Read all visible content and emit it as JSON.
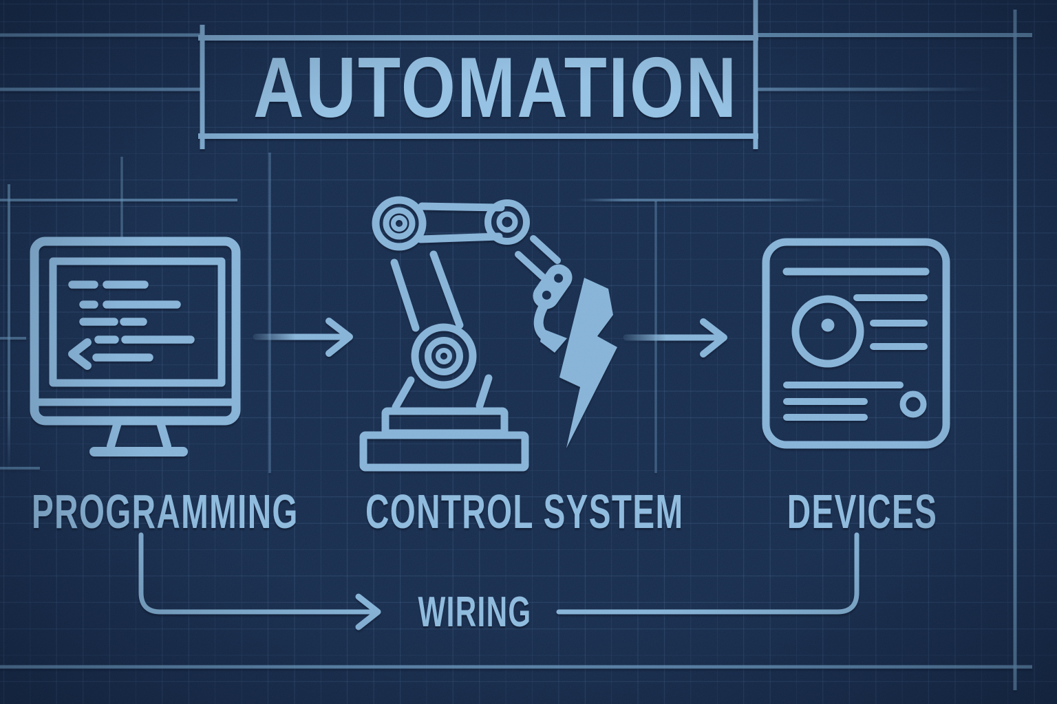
{
  "title": {
    "text": "AUTOMATION"
  },
  "flow": {
    "nodes": [
      {
        "id": "programming",
        "label": "PROGRAMMING",
        "icon": "monitor-code-icon"
      },
      {
        "id": "control-system",
        "label": "CONTROL SYSTEM",
        "icon": "robot-arm-icon"
      },
      {
        "id": "devices",
        "label": "DEVICES",
        "icon": "device-panel-icon"
      }
    ],
    "connections": [
      {
        "from": "programming",
        "to": "control-system",
        "type": "arrow"
      },
      {
        "from": "control-system",
        "to": "devices",
        "type": "arrow"
      },
      {
        "from": "programming",
        "to": "devices",
        "type": "wire",
        "label": "WIRING"
      }
    ]
  },
  "decorations": {
    "extra_icons": [
      "lightning-bolt-icon"
    ],
    "background_style": "blueprint-grid"
  },
  "style": {
    "background": "#13294a",
    "grid_line": "#2a4a77",
    "accent": "#85b2d6",
    "text": "#8cb9dc",
    "title_text": "#93c0e2",
    "frame_line": "#6fa0c7"
  }
}
